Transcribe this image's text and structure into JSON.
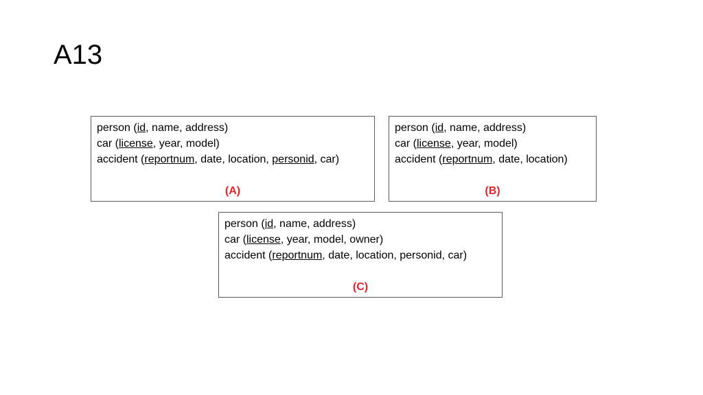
{
  "title": "A13",
  "colors": {
    "label": "#e3242b",
    "border": "#5a5a5a"
  },
  "boxes": [
    {
      "label": "(A)",
      "lines": [
        [
          {
            "text": "person (",
            "key": false
          },
          {
            "text": "id",
            "key": true
          },
          {
            "text": ", name, address)",
            "key": false
          }
        ],
        [
          {
            "text": "car (",
            "key": false
          },
          {
            "text": "license",
            "key": true
          },
          {
            "text": ", year, model)",
            "key": false
          }
        ],
        [
          {
            "text": "accident (",
            "key": false
          },
          {
            "text": "reportnum",
            "key": true
          },
          {
            "text": ", date, location, ",
            "key": false
          },
          {
            "text": "personid",
            "key": true
          },
          {
            "text": ", car)",
            "key": false
          }
        ]
      ]
    },
    {
      "label": "(B)",
      "lines": [
        [
          {
            "text": "person (",
            "key": false
          },
          {
            "text": "id",
            "key": true
          },
          {
            "text": ", name, address)",
            "key": false
          }
        ],
        [
          {
            "text": "car (",
            "key": false
          },
          {
            "text": "license",
            "key": true
          },
          {
            "text": ", year, model)",
            "key": false
          }
        ],
        [
          {
            "text": "accident (",
            "key": false
          },
          {
            "text": "reportnum",
            "key": true
          },
          {
            "text": ", date, location)",
            "key": false
          }
        ]
      ]
    },
    {
      "label": "(C)",
      "lines": [
        [
          {
            "text": "person (",
            "key": false
          },
          {
            "text": "id",
            "key": true
          },
          {
            "text": ", name, address)",
            "key": false
          }
        ],
        [
          {
            "text": "car (",
            "key": false
          },
          {
            "text": "license",
            "key": true
          },
          {
            "text": ", year, model, owner)",
            "key": false
          }
        ],
        [
          {
            "text": "accident (",
            "key": false
          },
          {
            "text": "reportnum",
            "key": true
          },
          {
            "text": ", date, location, personid, car)",
            "key": false
          }
        ]
      ]
    }
  ]
}
